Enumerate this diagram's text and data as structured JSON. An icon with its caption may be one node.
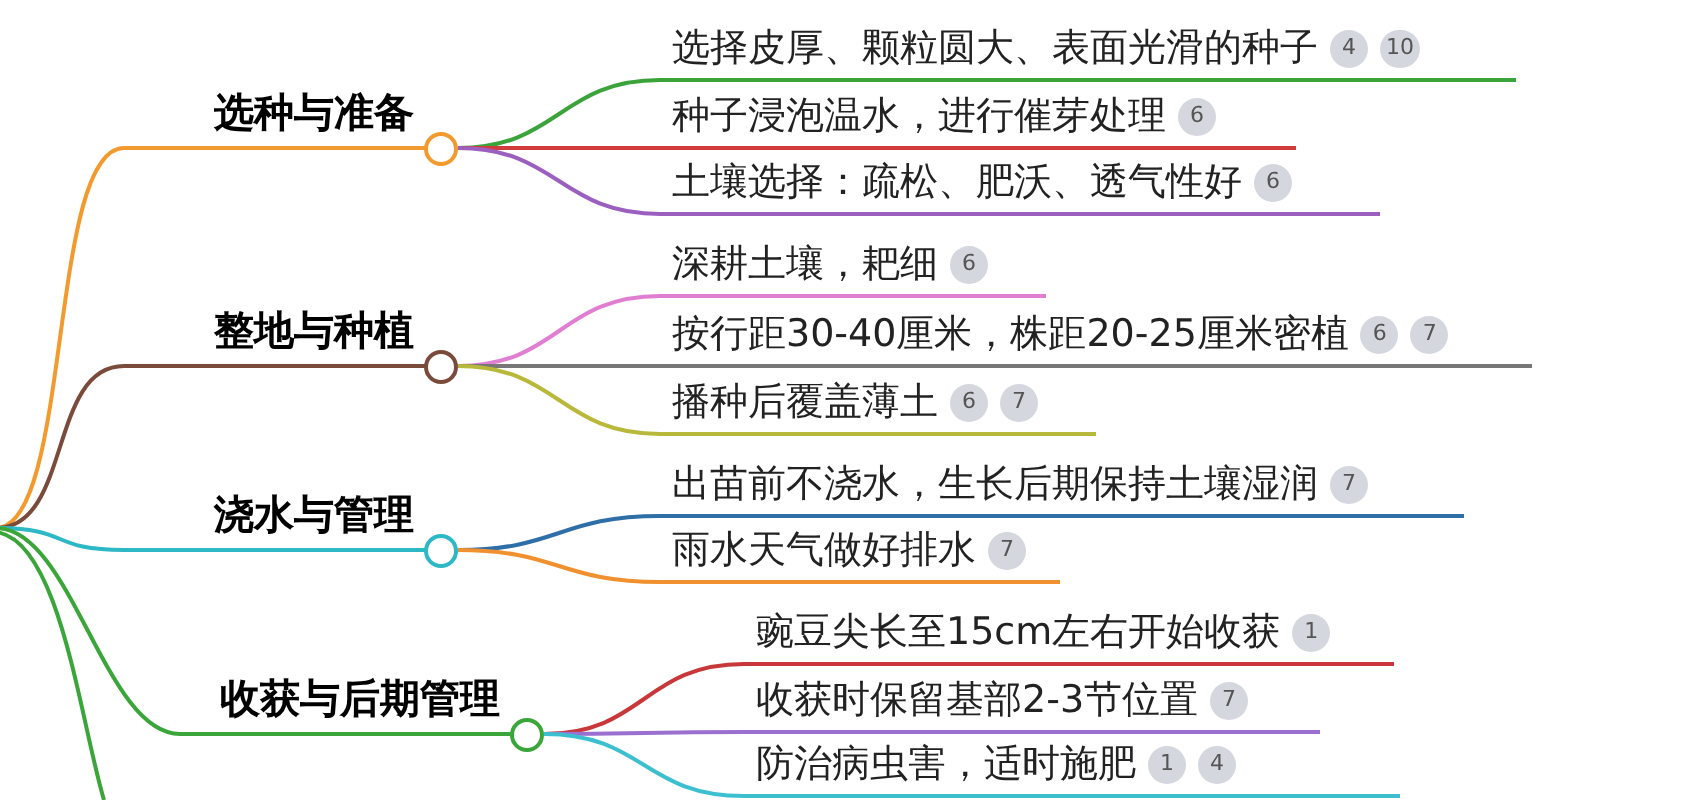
{
  "diagram": {
    "nodes": [
      {
        "text": [
          "选种与准备"
        ]
      },
      {
        "text": [
          "选择皮厚、颗粒圆大、表面光滑的种子",
          "4",
          "10"
        ]
      },
      {
        "text": [
          "种子浸泡温水，进行催芽处理",
          "6"
        ]
      },
      {
        "text": [
          "土壤选择：疏松、肥沃、透气性好",
          "6"
        ]
      },
      {
        "text": [
          "整地与种植"
        ]
      },
      {
        "text": [
          "深耕土壤，耙细",
          "6"
        ]
      },
      {
        "text": [
          "按行距30-40厘米，株距20-25厘米密植",
          "6",
          "7"
        ]
      },
      {
        "text": [
          "播种后覆盖薄土",
          "6",
          "7"
        ]
      },
      {
        "text": [
          "浇水与管理"
        ]
      },
      {
        "text": [
          "出苗前不浇水，生长后期保持土壤湿润",
          "7"
        ]
      },
      {
        "text": [
          "雨水天气做好排水",
          "7"
        ]
      },
      {
        "text": [
          "收获与后期管理"
        ]
      },
      {
        "text": [
          "豌豆尖长至15cm左右开始收获",
          "1"
        ]
      },
      {
        "text": [
          "收获时保留基部2-3节位置",
          "7"
        ]
      },
      {
        "text": [
          "防治病虫害，适时施肥",
          "1",
          "4"
        ]
      }
    ],
    "edges": [
      {
        "from": null,
        "to": 0,
        "arrow": "none",
        "color": "#f39a2e"
      },
      {
        "from": null,
        "to": 4,
        "arrow": "none",
        "color": "#7a4b3a"
      },
      {
        "from": null,
        "to": 8,
        "arrow": "none",
        "color": "#2db8c6"
      },
      {
        "from": null,
        "to": 11,
        "arrow": "none",
        "color": "#3aa63a"
      },
      {
        "from": 0,
        "to": 1,
        "arrow": "none",
        "color": "#3aa33a"
      },
      {
        "from": 0,
        "to": 2,
        "arrow": "none",
        "color": "#d13b3b"
      },
      {
        "from": 0,
        "to": 3,
        "arrow": "none",
        "color": "#9b5fc0"
      },
      {
        "from": 4,
        "to": 5,
        "arrow": "none",
        "color": "#e07fd2"
      },
      {
        "from": 4,
        "to": 6,
        "arrow": "none",
        "color": "#777777"
      },
      {
        "from": 4,
        "to": 7,
        "arrow": "none",
        "color": "#b8b83a"
      },
      {
        "from": 8,
        "to": 9,
        "arrow": "none",
        "color": "#2f6fa8"
      },
      {
        "from": 8,
        "to": 10,
        "arrow": "none",
        "color": "#f0902e"
      },
      {
        "from": 11,
        "to": 12,
        "arrow": "none",
        "color": "#c8383a"
      },
      {
        "from": 11,
        "to": 13,
        "arrow": "none",
        "color": "#9b6fd0"
      },
      {
        "from": 11,
        "to": 14,
        "arrow": "none",
        "color": "#3cc0d0"
      }
    ]
  }
}
